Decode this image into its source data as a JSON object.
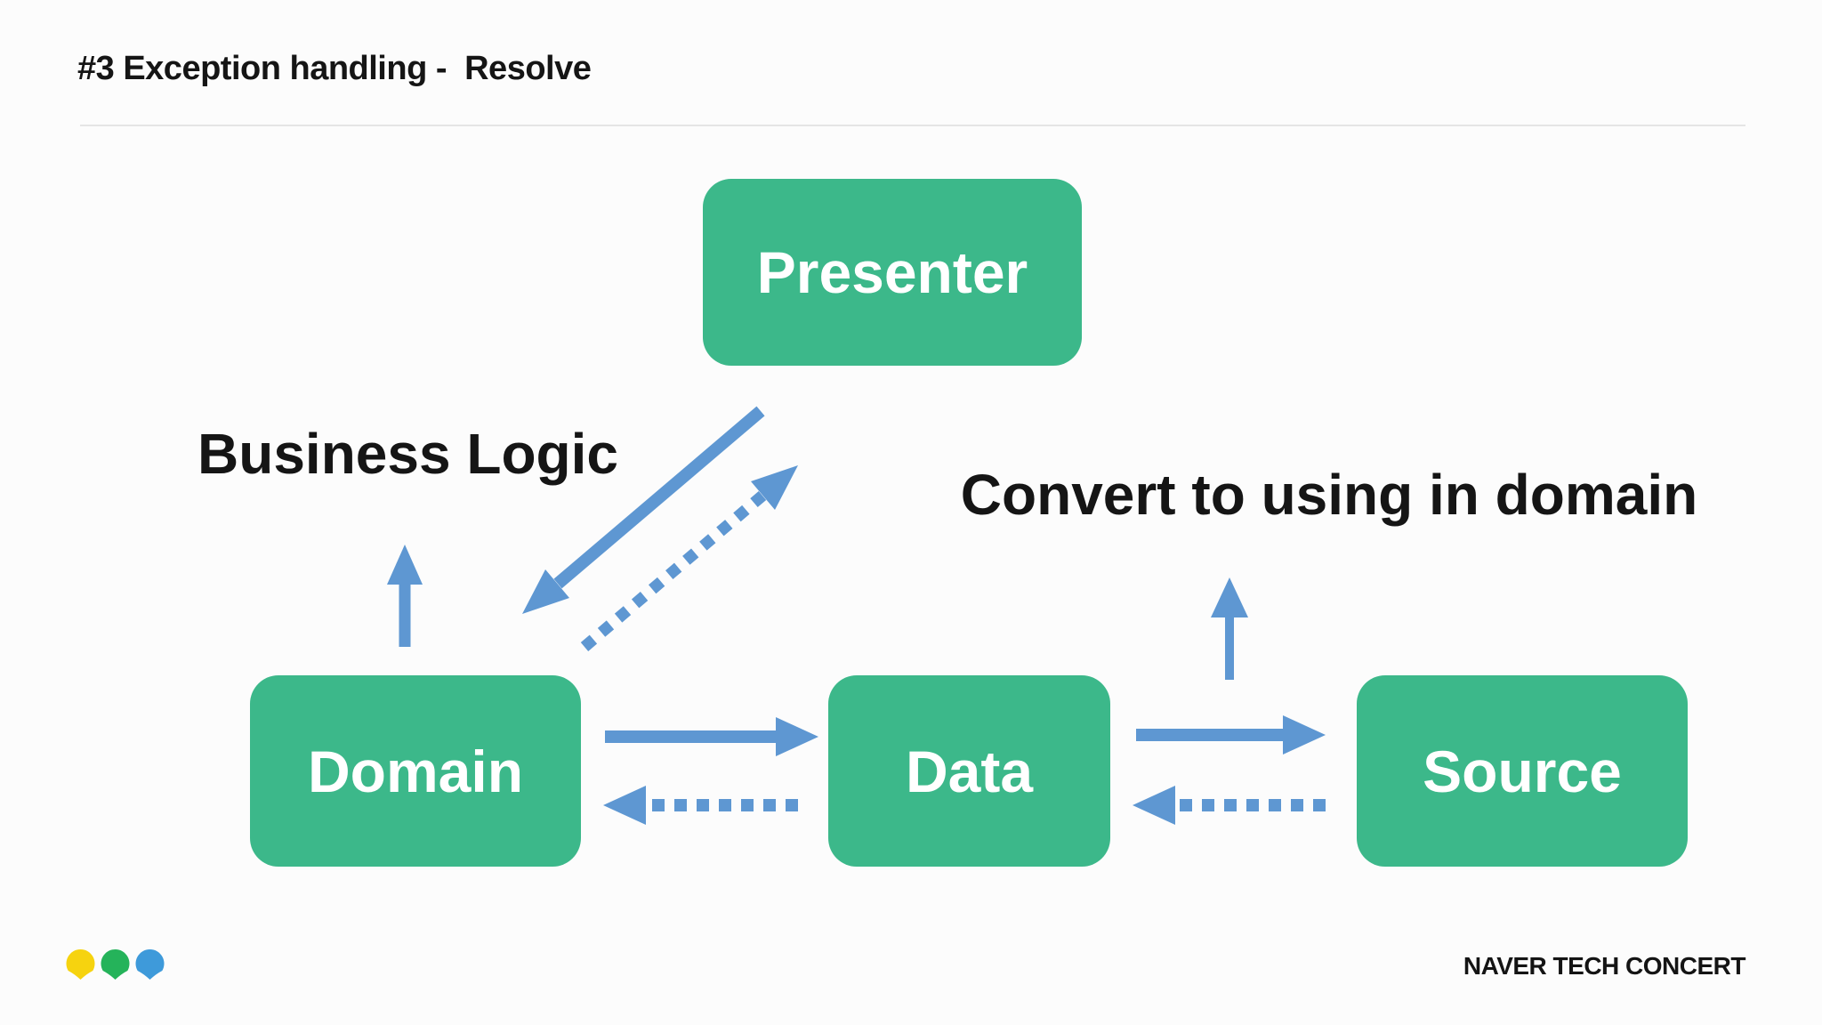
{
  "slide": {
    "title": "#3 Exception handling -  Resolve",
    "background": "#fcfcfc",
    "divider_color": "#e5e5e5"
  },
  "diagram": {
    "nodes": {
      "presenter": {
        "label": "Presenter"
      },
      "domain": {
        "label": "Domain"
      },
      "data": {
        "label": "Data"
      },
      "source": {
        "label": "Source"
      }
    },
    "labels": {
      "business_logic": "Business Logic",
      "convert": "Convert to using in domain"
    },
    "arrows": [
      {
        "name": "domain-up-arrow",
        "style": "solid",
        "direction": "up"
      },
      {
        "name": "presenter-to-domain",
        "style": "solid",
        "direction": "down-left"
      },
      {
        "name": "domain-to-presenter",
        "style": "dotted",
        "direction": "up-right"
      },
      {
        "name": "domain-to-data",
        "style": "solid",
        "direction": "right"
      },
      {
        "name": "data-to-domain",
        "style": "dotted",
        "direction": "left"
      },
      {
        "name": "data-to-source",
        "style": "solid",
        "direction": "right"
      },
      {
        "name": "source-to-data",
        "style": "dotted",
        "direction": "left"
      },
      {
        "name": "convert-up-arrow",
        "style": "solid",
        "direction": "up"
      }
    ],
    "colors": {
      "node_fill": "#3cb88a",
      "node_text": "#ffffff",
      "arrow": "#5e97d2",
      "annotation_text": "#151515"
    }
  },
  "footer": {
    "brand": "NAVER TECH CONCERT",
    "logo_colors": {
      "leaf1": "#f6d30f",
      "leaf2": "#25b35a",
      "leaf3": "#3e9ada"
    }
  }
}
